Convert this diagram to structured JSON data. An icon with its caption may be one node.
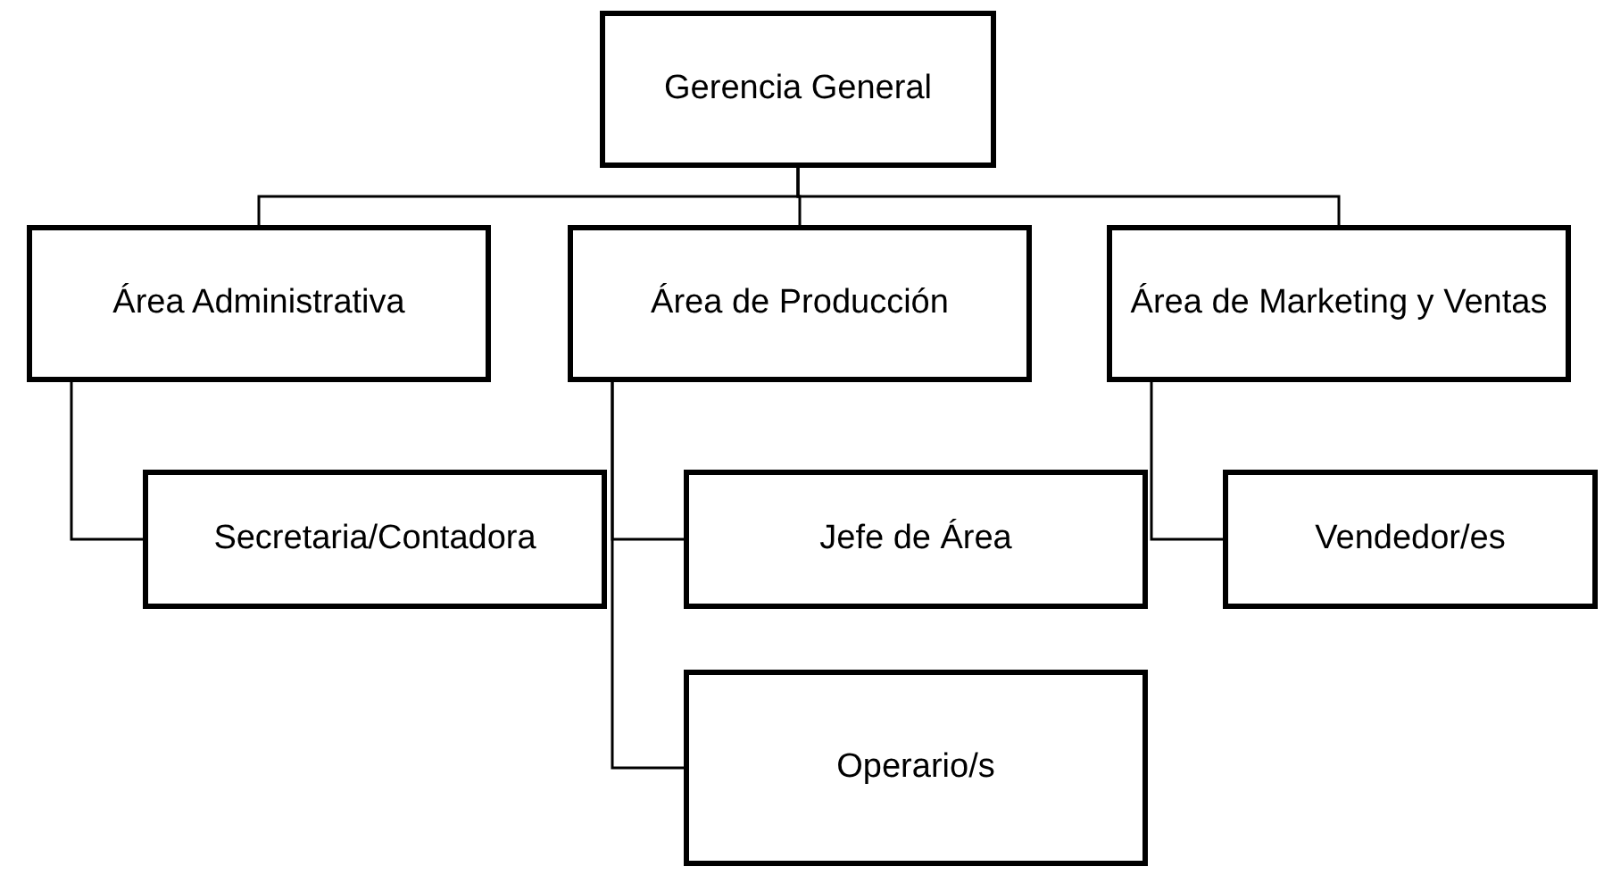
{
  "diagram": {
    "nodes": [
      {
        "text": [
          "Gerencia General"
        ]
      },
      {
        "text": [
          "Área Administrativa"
        ]
      },
      {
        "text": [
          "Área de Producción"
        ]
      },
      {
        "text": [
          "Área de Marketing y Ventas"
        ]
      },
      {
        "text": [
          "Secretaria/Contadora"
        ]
      },
      {
        "text": [
          "Jefe de Área"
        ]
      },
      {
        "text": [
          "Operario/s"
        ]
      },
      {
        "text": [
          "Vendedor/es"
        ]
      }
    ],
    "edges": [
      {
        "from": 0,
        "to": 1,
        "arrow": "none"
      },
      {
        "from": 0,
        "to": 2,
        "arrow": "none"
      },
      {
        "from": 0,
        "to": 3,
        "arrow": "none"
      },
      {
        "from": 1,
        "to": 4,
        "arrow": "none"
      },
      {
        "from": 2,
        "to": 5,
        "arrow": "none"
      },
      {
        "from": 2,
        "to": 6,
        "arrow": "none"
      },
      {
        "from": 3,
        "to": 7,
        "arrow": "none"
      }
    ]
  }
}
